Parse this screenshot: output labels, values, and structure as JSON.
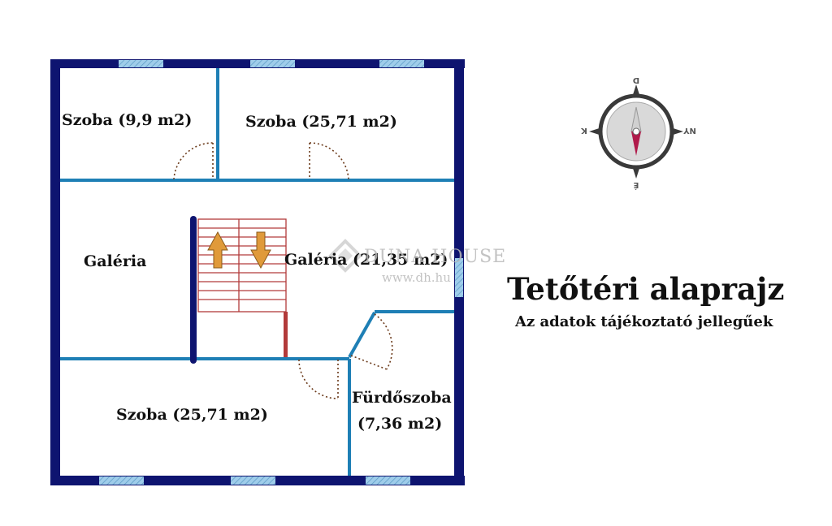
{
  "floor_plan": {
    "title": "Tetőtéri alaprajz",
    "subtitle": "Az adatok tájékoztató jellegűek",
    "rooms": [
      {
        "label": "Szoba (9,9 m2)"
      },
      {
        "label": "Szoba (25,71 m2)"
      },
      {
        "label": "Galéria"
      },
      {
        "label": "Galéria (21,35 m2)"
      },
      {
        "label": "Szoba (25,71 m2)"
      },
      {
        "label": "Fürdőszoba"
      },
      {
        "label": "(7,36 m2)"
      }
    ]
  },
  "watermark": {
    "brand": "DUNA HOUSE",
    "url": "www.dh.hu"
  },
  "compass": {
    "north": "É",
    "south": "D",
    "east": "K",
    "west": "NY"
  },
  "colors": {
    "outer_wall": "#0e1470",
    "inner_wall": "#1e7fb5",
    "stairs": "#b23a3a",
    "door_arc": "#6b3a1a",
    "window": "#8fc3e3",
    "arrow": "#e09a3a"
  }
}
